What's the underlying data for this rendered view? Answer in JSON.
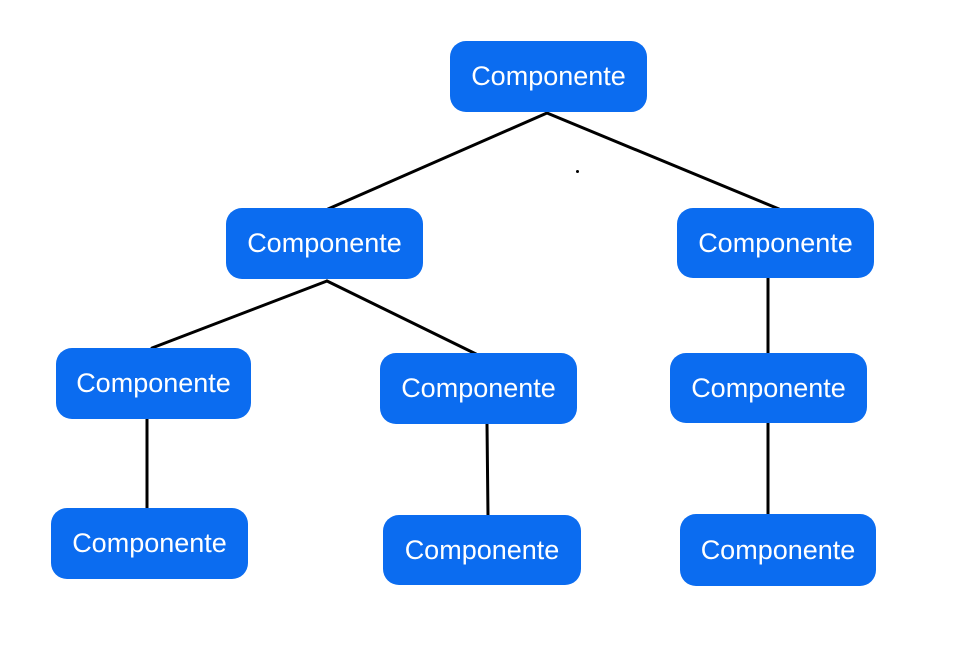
{
  "diagram": {
    "type": "tree",
    "node_fill_color": "#0b6cf0",
    "node_text_color": "#ffffff",
    "connector_color": "#000000",
    "background_color": "#ffffff",
    "nodes": [
      {
        "id": "root",
        "label": "Componente",
        "level": 1,
        "parent": null
      },
      {
        "id": "l2-left",
        "label": "Componente",
        "level": 2,
        "parent": "root"
      },
      {
        "id": "l2-right",
        "label": "Componente",
        "level": 2,
        "parent": "root"
      },
      {
        "id": "l3-left",
        "label": "Componente",
        "level": 3,
        "parent": "l2-left"
      },
      {
        "id": "l3-middle",
        "label": "Componente",
        "level": 3,
        "parent": "l2-left"
      },
      {
        "id": "l3-right",
        "label": "Componente",
        "level": 3,
        "parent": "l2-right"
      },
      {
        "id": "l4-left",
        "label": "Componente",
        "level": 4,
        "parent": "l3-left"
      },
      {
        "id": "l4-middle",
        "label": "Componente",
        "level": 4,
        "parent": "l3-middle"
      },
      {
        "id": "l4-right",
        "label": "Componente",
        "level": 4,
        "parent": "l3-right"
      }
    ]
  }
}
